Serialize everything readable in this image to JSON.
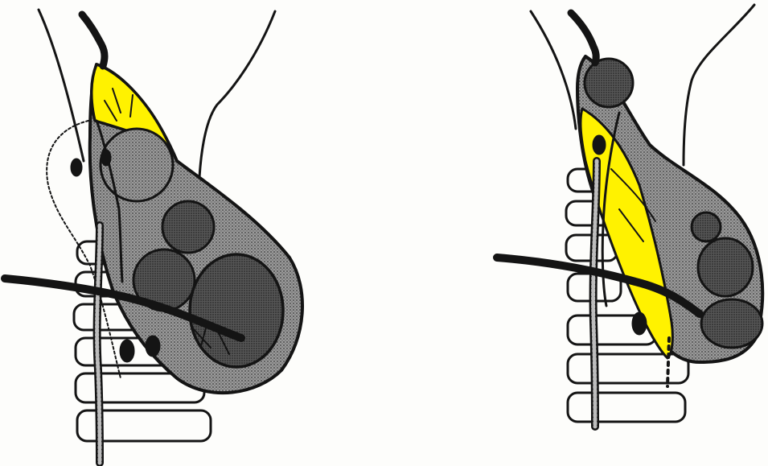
{
  "colors": {
    "background": "#fdfdfb",
    "ink": "#141414",
    "stipple_fill": "#8a8a8a",
    "dark_nodule_fill": "#4a4a4a",
    "highlight_yellow": "#fff200"
  },
  "figures": [
    {
      "id": "left",
      "highlight_region": "upper-apex"
    },
    {
      "id": "right",
      "highlight_region": "central-vertical-strip"
    }
  ]
}
